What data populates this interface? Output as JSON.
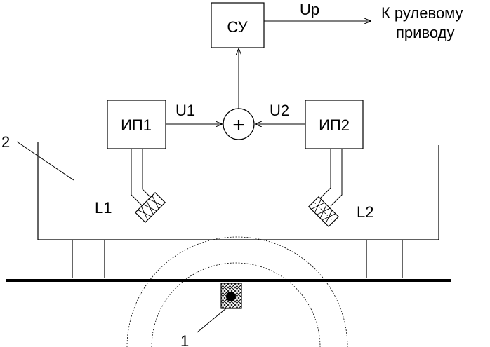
{
  "blocks": {
    "control_unit": "СУ",
    "converter_1": "ИП1",
    "converter_2": "ИП2",
    "summator": "+"
  },
  "signals": {
    "output": "Uр",
    "u1": "U1",
    "u2": "U2"
  },
  "destination": {
    "line1": "К рулевому",
    "line2": "приводу"
  },
  "coils": {
    "left": "L1",
    "right": "L2"
  },
  "callouts": {
    "vehicle": "2",
    "wire": "1"
  },
  "colors": {
    "line": "#000000",
    "background": "#ffffff"
  }
}
